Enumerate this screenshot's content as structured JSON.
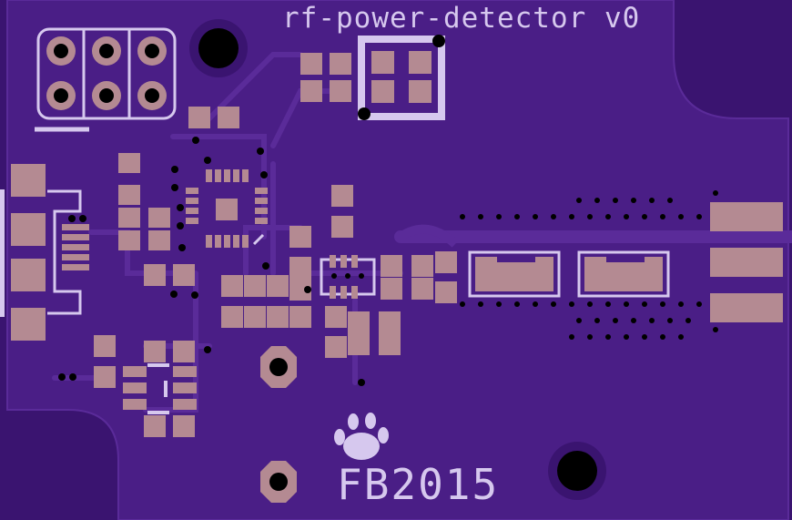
{
  "board": {
    "title": "rf-power-detector v0",
    "year_mark": "FB2015",
    "logo": "paw-print-logo"
  },
  "colors": {
    "substrate": "#3a1470",
    "copper_plane": "#4a1e86",
    "trace": "#5a2b99",
    "pad": "#b48a92",
    "silkscreen": "#d6c8ee",
    "drill": "#000000"
  }
}
